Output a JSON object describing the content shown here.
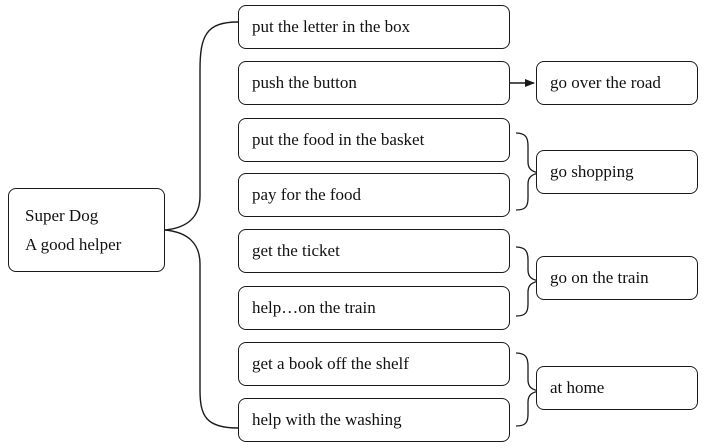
{
  "root": {
    "line1": "Super Dog",
    "line2": "A good helper"
  },
  "tasks": [
    "put the letter in the box",
    "push the button",
    "put the food in the basket",
    "pay for the food",
    "get the ticket",
    "help…on the train",
    "get a book off the shelf",
    "help with the washing"
  ],
  "goals": [
    "go over the road",
    "go shopping",
    "go on the train",
    "at home"
  ],
  "colors": {
    "stroke": "#1a1a1a",
    "background": "#ffffff"
  }
}
